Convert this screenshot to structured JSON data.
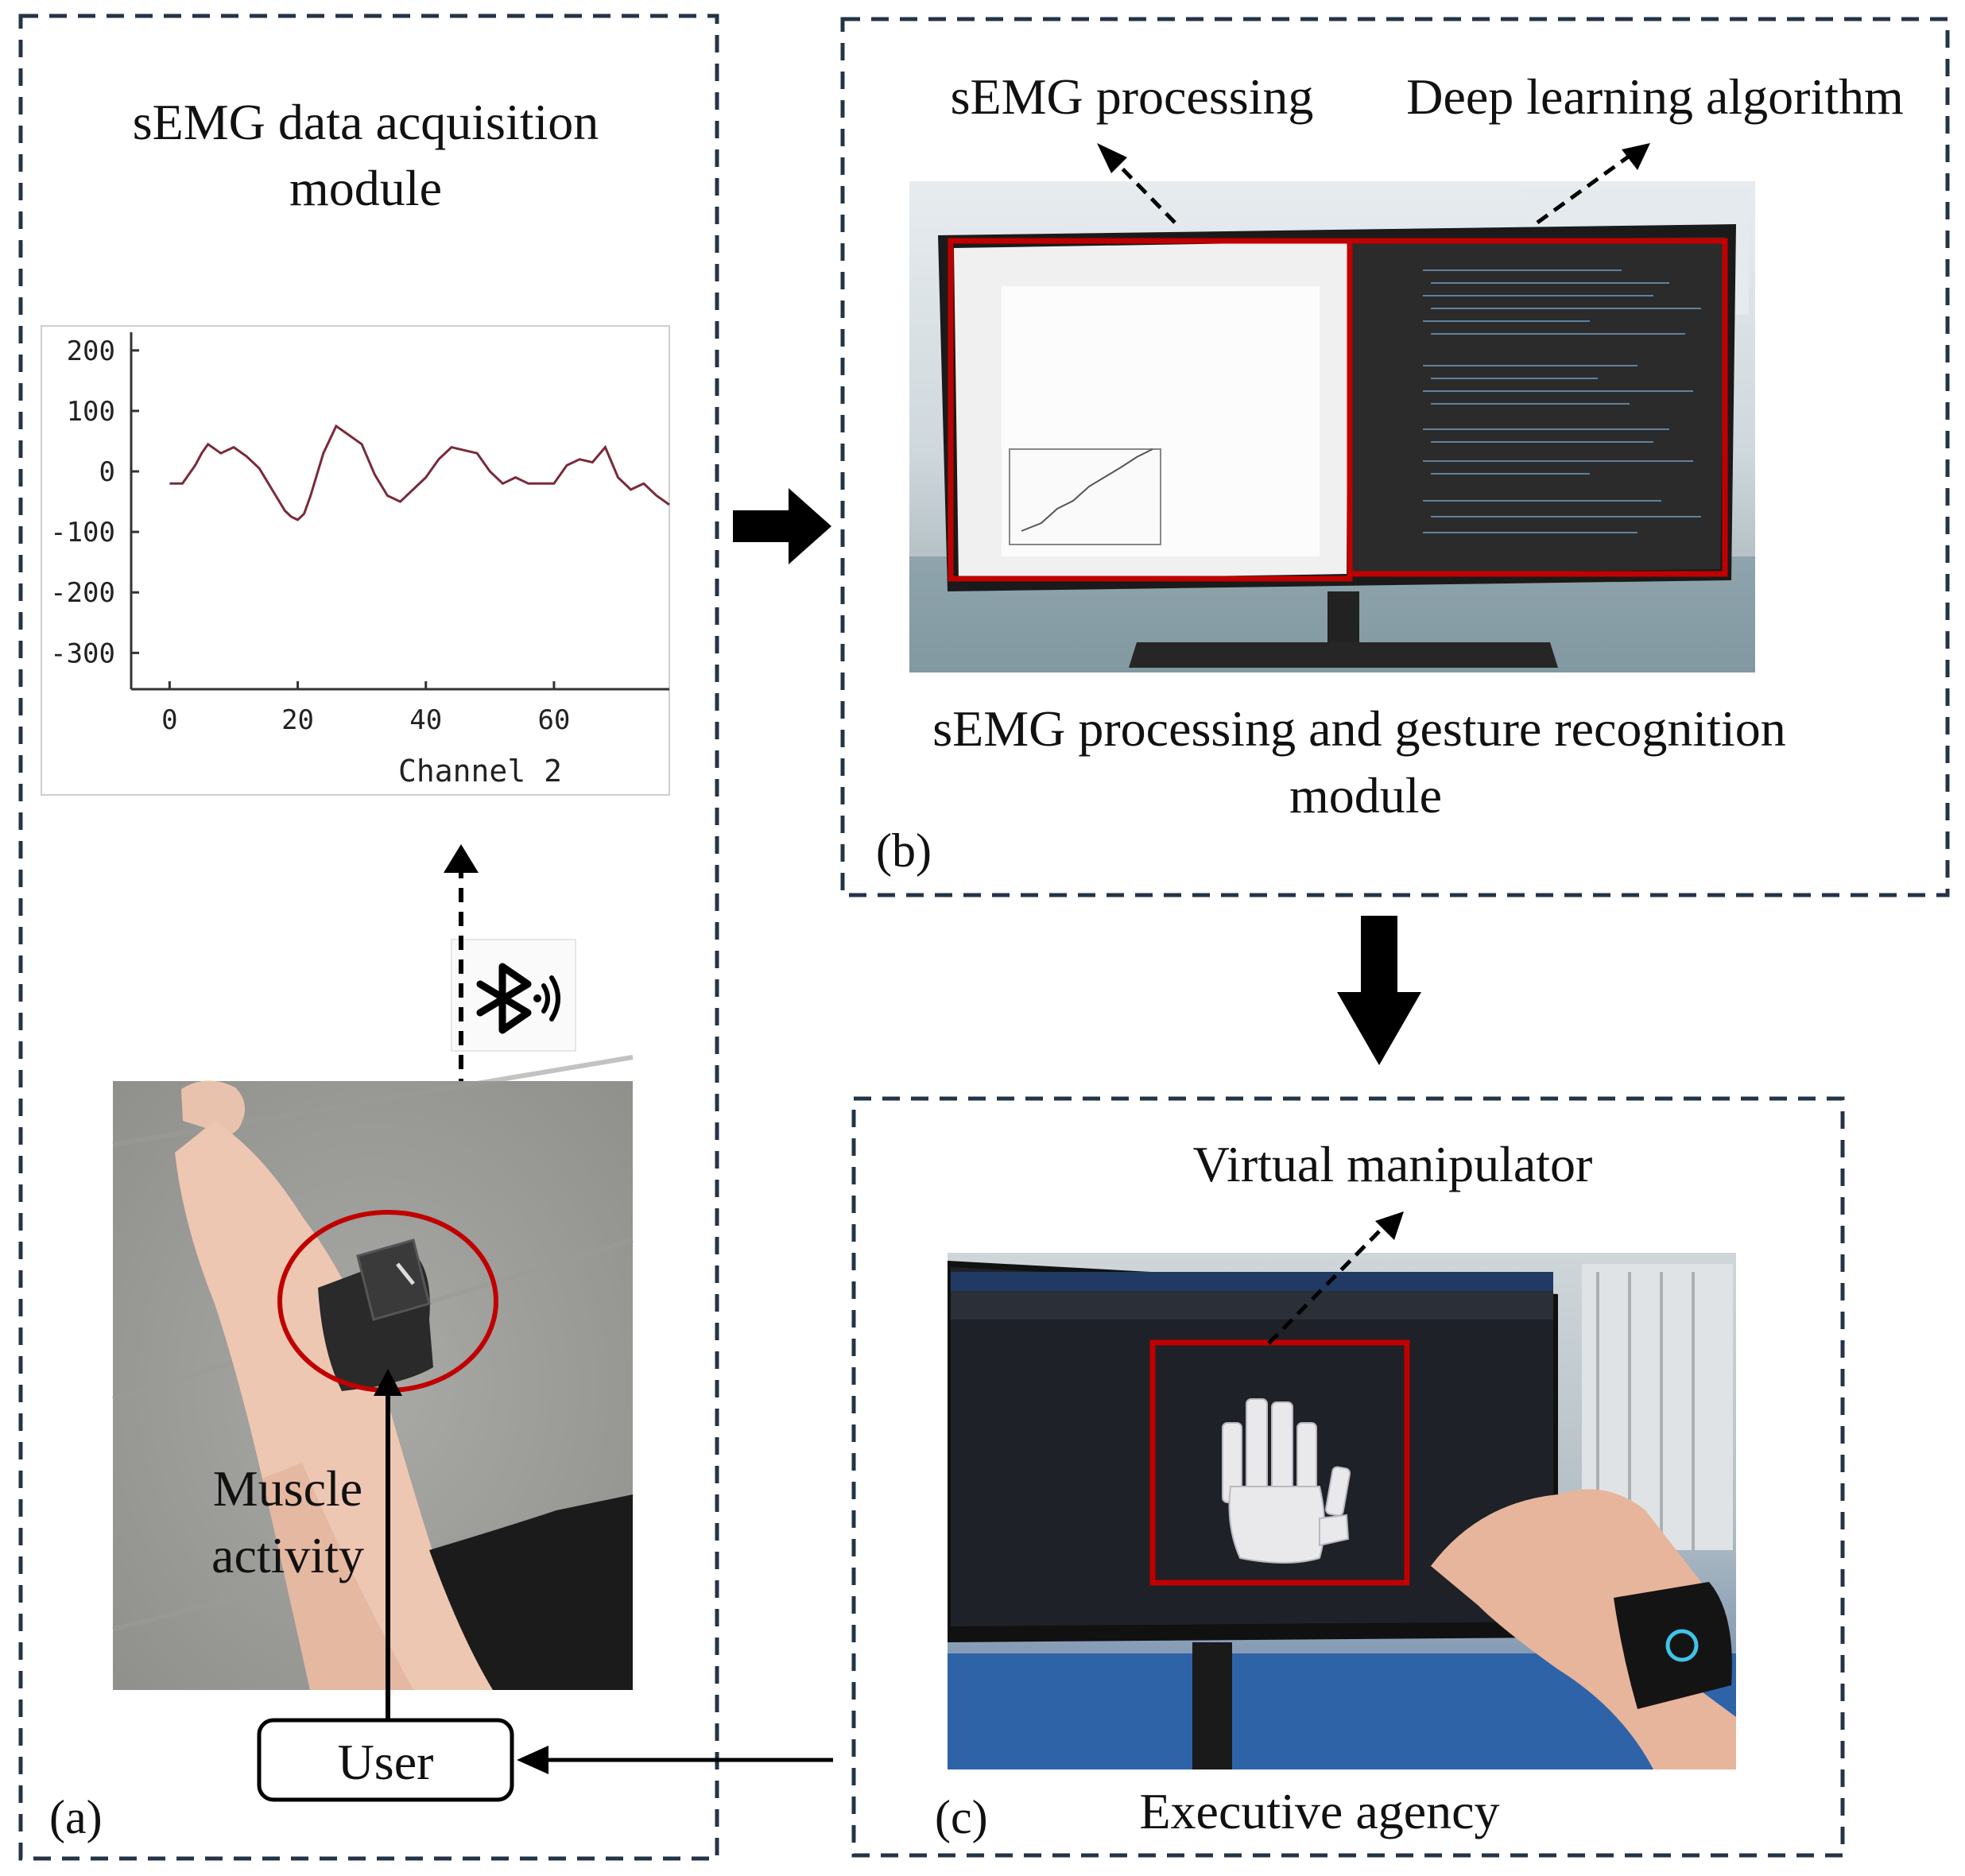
{
  "panels": {
    "a": {
      "tag": "(a)",
      "title_line1": "sEMG data acquisition",
      "title_line2": "module",
      "muscle_line1": "Muscle",
      "muscle_line2": "activity",
      "user_label": "User",
      "bluetooth_icon": "bluetooth-signal-icon"
    },
    "b": {
      "tag": "(b)",
      "label_left": "sEMG processing",
      "label_right": "Deep learning algorithm",
      "caption_line1": "sEMG processing and gesture recognition",
      "caption_line2": "module"
    },
    "c": {
      "tag": "(c)",
      "label_top": "Virtual manipulator",
      "caption": "Executive agency"
    }
  },
  "colors": {
    "box_border": "#243447",
    "highlight_red": "#c00000",
    "signal_line": "#7a2a3a"
  },
  "chart_data": {
    "type": "line",
    "xlabel": "Channel 2",
    "ylabel": "",
    "xlim": [
      -6,
      78
    ],
    "ylim": [
      -360,
      230
    ],
    "x_ticks": [
      "0",
      "20",
      "40",
      "60"
    ],
    "x_tick_values": [
      0,
      20,
      40,
      60
    ],
    "y_ticks": [
      "200",
      "100",
      "0",
      "-100",
      "-200",
      "-300"
    ],
    "y_tick_values": [
      200,
      100,
      0,
      -100,
      -200,
      -300
    ],
    "series": [
      {
        "x": [
          0,
          2,
          4,
          5,
          6,
          8,
          10,
          12,
          14,
          16,
          18,
          19,
          20,
          21,
          22,
          24,
          26,
          28,
          30,
          32,
          34,
          36,
          38,
          40,
          42,
          44,
          46,
          48,
          50,
          52,
          54,
          56,
          58,
          60,
          62,
          64,
          66,
          68,
          70,
          72,
          74,
          76,
          78
        ],
        "values": [
          -20,
          -20,
          10,
          30,
          45,
          30,
          40,
          25,
          5,
          -30,
          -65,
          -75,
          -80,
          -70,
          -40,
          30,
          75,
          60,
          45,
          -5,
          -40,
          -50,
          -30,
          -10,
          20,
          40,
          35,
          30,
          0,
          -20,
          -10,
          -20,
          -20,
          -20,
          10,
          20,
          15,
          40,
          -10,
          -30,
          -20,
          -40,
          -55
        ]
      }
    ],
    "grid": false
  }
}
